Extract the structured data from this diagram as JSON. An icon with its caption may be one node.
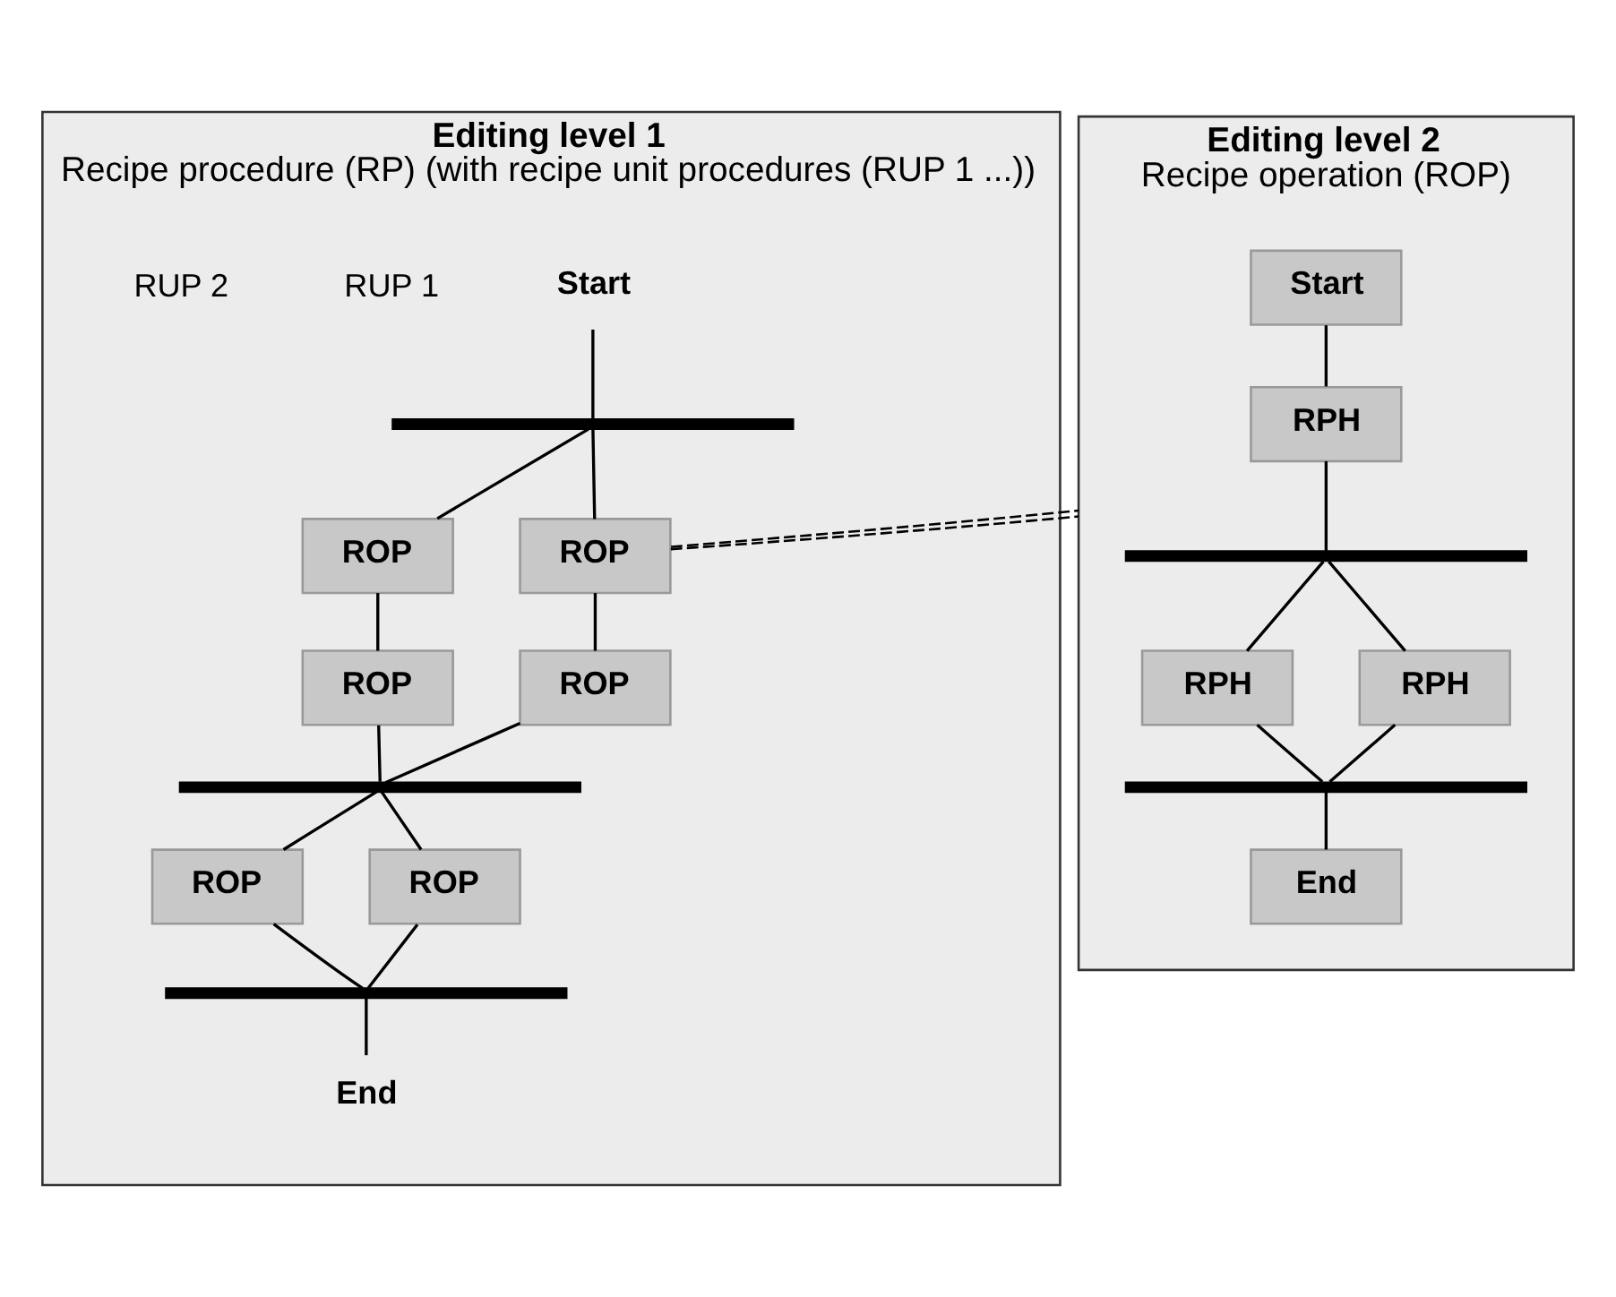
{
  "diagram": {
    "nodes": [
      {
        "text": [
          "Editing level 1",
          "Recipe procedure (RP) (with recipe unit procedures (RUP 1 ...))"
        ]
      },
      {
        "text": [
          "Start"
        ],
        "in": 0
      },
      {
        "text": [],
        "shape": "bar",
        "in": 0
      },
      {
        "text": [
          "ROP"
        ],
        "in": 0
      },
      {
        "text": [
          "ROP"
        ],
        "in": 0
      },
      {
        "text": [
          "ROP"
        ],
        "in": 0
      },
      {
        "text": [
          "ROP"
        ],
        "in": 0
      },
      {
        "text": [],
        "shape": "bar",
        "in": 0
      },
      {
        "text": [
          "ROP"
        ],
        "in": 0
      },
      {
        "text": [
          "ROP"
        ],
        "in": 0
      },
      {
        "text": [],
        "shape": "bar",
        "in": 0
      },
      {
        "text": [
          "End"
        ],
        "in": 0
      },
      {
        "text": [
          "Editing level 2",
          "Recipe operation (ROP)"
        ]
      },
      {
        "text": [
          "Start"
        ],
        "in": 12
      },
      {
        "text": [
          "RPH"
        ],
        "in": 12
      },
      {
        "text": [],
        "shape": "bar",
        "in": 12
      },
      {
        "text": [
          "RPH"
        ],
        "in": 12
      },
      {
        "text": [
          "RPH"
        ],
        "in": 12
      },
      {
        "text": [],
        "shape": "bar",
        "in": 12
      },
      {
        "text": [
          "End"
        ],
        "in": 12
      }
    ],
    "edges": [
      {
        "from": 1,
        "to": 2,
        "arrow": "none"
      },
      {
        "from": 2,
        "to": 3,
        "arrow": "none"
      },
      {
        "from": 2,
        "to": 4,
        "arrow": "none"
      },
      {
        "from": 3,
        "to": 5,
        "arrow": "none"
      },
      {
        "from": 4,
        "to": 6,
        "arrow": "none"
      },
      {
        "from": 5,
        "to": 7,
        "arrow": "none"
      },
      {
        "from": 6,
        "to": 7,
        "arrow": "none"
      },
      {
        "from": 7,
        "to": 8,
        "arrow": "none"
      },
      {
        "from": 7,
        "to": 9,
        "arrow": "none"
      },
      {
        "from": 8,
        "to": 10,
        "arrow": "none"
      },
      {
        "from": 9,
        "to": 10,
        "arrow": "none"
      },
      {
        "from": 10,
        "to": 11,
        "arrow": "none"
      },
      {
        "from": 13,
        "to": 14,
        "arrow": "none"
      },
      {
        "from": 14,
        "to": 15,
        "arrow": "none"
      },
      {
        "from": 15,
        "to": 16,
        "arrow": "none"
      },
      {
        "from": 15,
        "to": 17,
        "arrow": "none"
      },
      {
        "from": 16,
        "to": 18,
        "arrow": "none"
      },
      {
        "from": 17,
        "to": 18,
        "arrow": "none"
      },
      {
        "from": 18,
        "to": 19,
        "arrow": "none"
      },
      {
        "from": 4,
        "to": 12,
        "arrow": "none",
        "style": "dashed"
      },
      {
        "from": 4,
        "to": 12,
        "arrow": "none",
        "style": "dashed"
      }
    ],
    "labels": [
      "RUP 1",
      "RUP 2"
    ]
  }
}
